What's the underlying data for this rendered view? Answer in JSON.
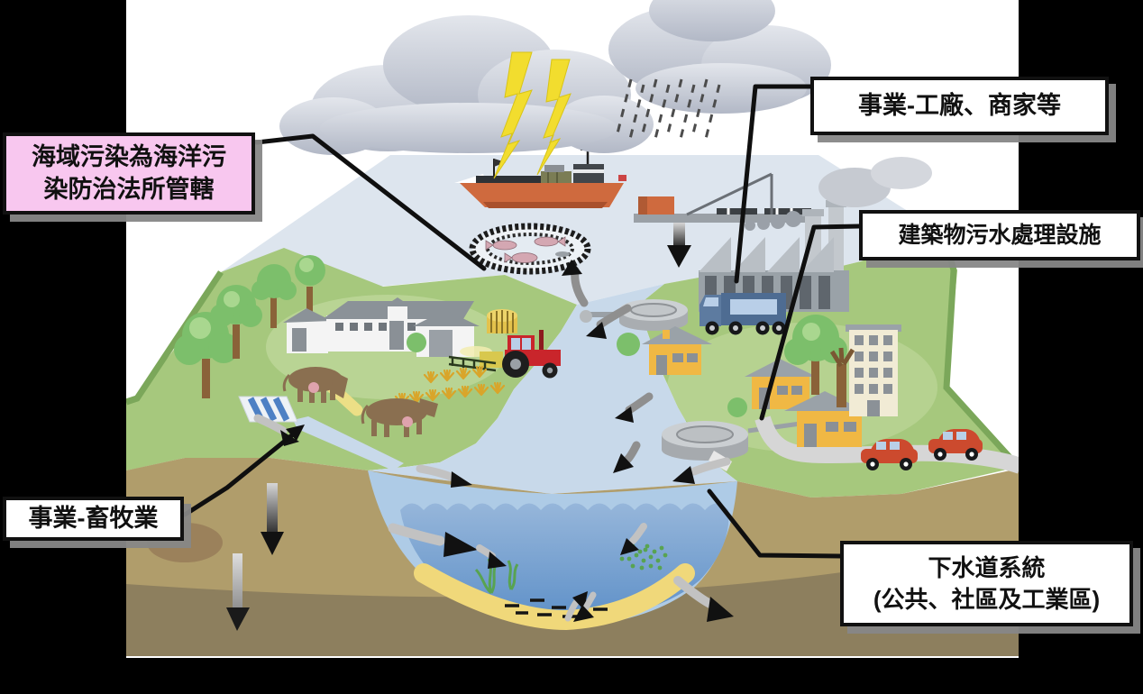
{
  "labels": {
    "marine": {
      "text": "海域污染為海洋污\n染防治法所管轄"
    },
    "factory": {
      "text": "事業-工廠、商家等"
    },
    "building_sewage": {
      "text": "建築物污水處理設施"
    },
    "livestock": {
      "text": "事業-畜牧業"
    },
    "sewer": {
      "text": "下水道系統\n(公共、社區及工業區)"
    }
  },
  "colors": {
    "background": "#000000",
    "sky": "#ffffff",
    "sea": "#dde5ee",
    "river": "#c8d9ea",
    "bay_deep": "#5e90c8",
    "land_green": "#a6c87d",
    "earth": "#b09d6b",
    "sand": "#f0d87a",
    "cloud": "#bdc3cf",
    "lightning": "#f2dd2e",
    "label_border": "#111111",
    "marine_label_bg": "#f8c7ef",
    "label_bg": "#ffffff",
    "ship_hull": "#cf6a3e",
    "tractor_red": "#c9252b",
    "house_yellow": "#f0b844",
    "car_red": "#cc4a2e"
  },
  "icons": [
    "storm-cloud-icon",
    "rain-icon",
    "lightning-icon",
    "cargo-ship-icon",
    "fish-farm-net-icon",
    "pier-crane-icon",
    "factory-icon",
    "smoke-icon",
    "truck-icon",
    "treatment-tank-icon",
    "house-icon",
    "apartment-building-icon",
    "car-icon",
    "tree-icon",
    "farm-building-icon",
    "hay-bale-icon",
    "tractor-sprayer-icon",
    "crops-icon",
    "cow-icon",
    "slurry-pond-icon",
    "river-icon",
    "bay-cross-section-icon",
    "seaweed-icon",
    "algae-icon",
    "sediment-icon",
    "flow-arrow-icon",
    "groundwater-arrow-icon"
  ]
}
